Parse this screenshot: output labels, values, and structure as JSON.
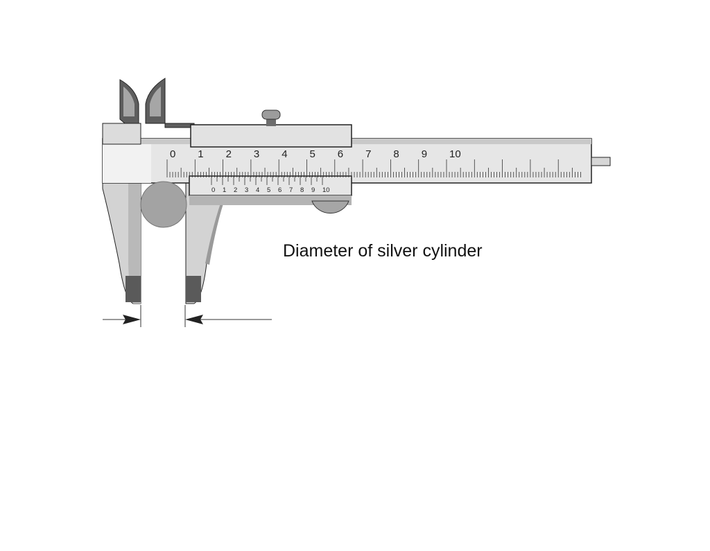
{
  "caption": "Diameter of silver cylinder",
  "main_scale": {
    "labels": [
      "0",
      "1",
      "2",
      "3",
      "4",
      "5",
      "6",
      "7",
      "8",
      "9",
      "10"
    ],
    "major_count": 11,
    "minor_per_major": 10
  },
  "vernier_scale": {
    "labels": [
      "0",
      "1",
      "2",
      "3",
      "4",
      "5",
      "6",
      "7",
      "8",
      "9",
      "10"
    ],
    "divisions": 20
  },
  "object": {
    "name": "silver cylinder",
    "color": "#a3a3a3"
  },
  "colors": {
    "body_light": "#e6e6e6",
    "body_mid": "#c9c9c9",
    "jaw_dark": "#5e5e5e",
    "outline": "#222222"
  }
}
